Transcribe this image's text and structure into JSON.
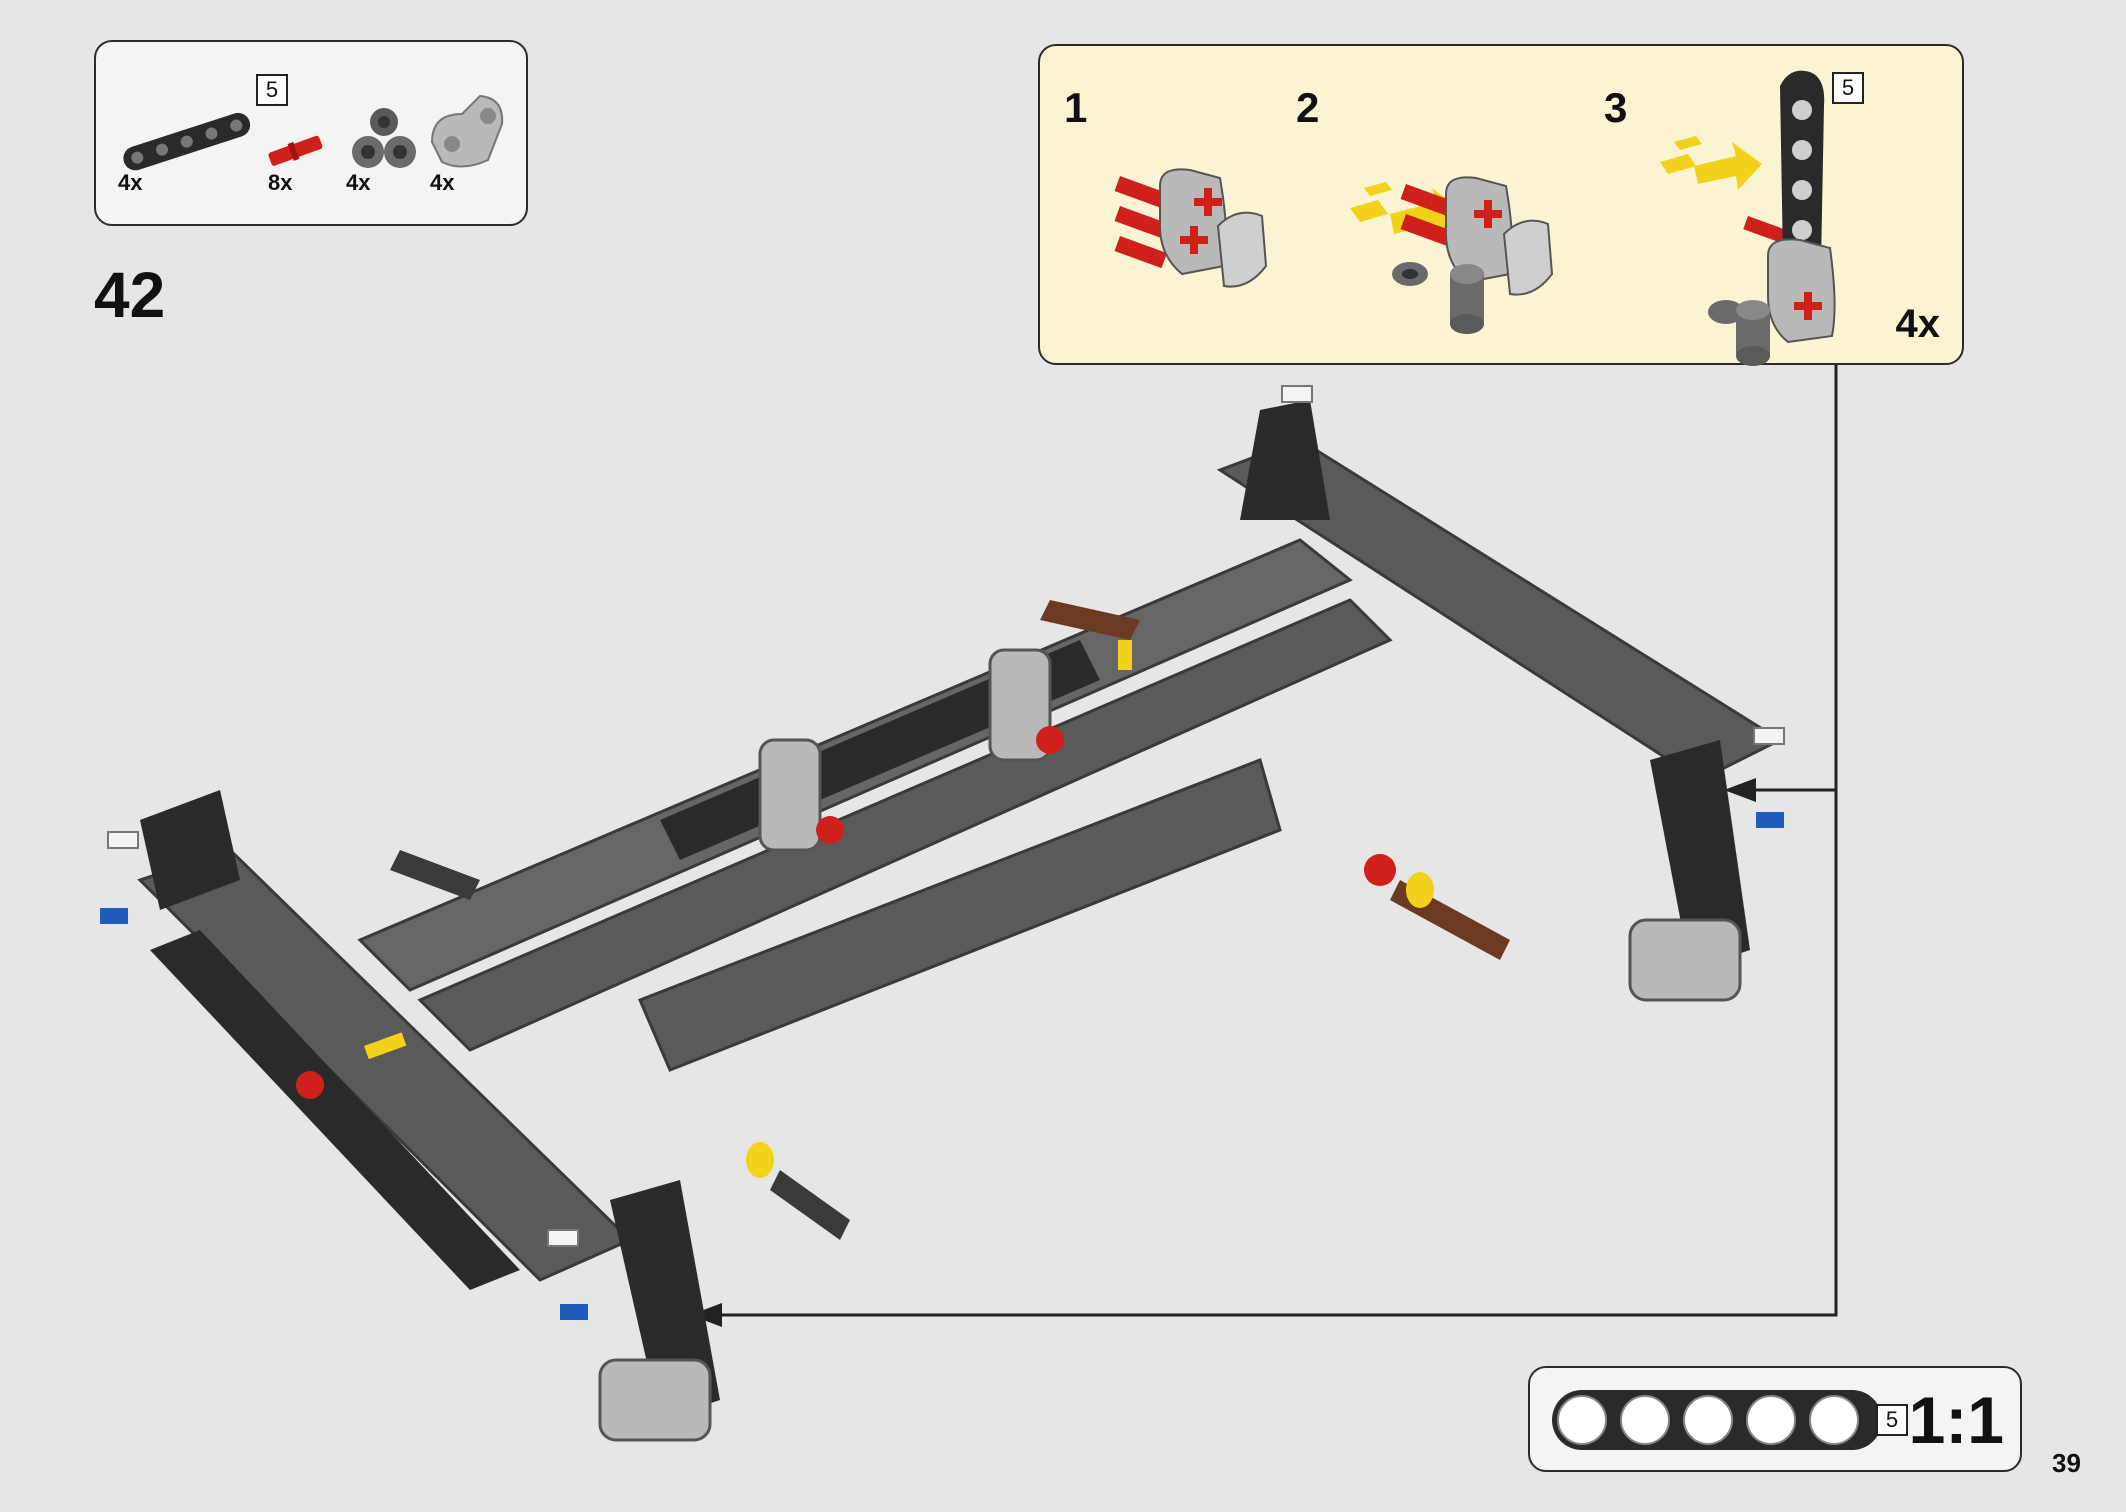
{
  "parts_list": {
    "items": [
      {
        "name": "beam-5",
        "qty": "4x",
        "size": "5"
      },
      {
        "name": "axle-pin-red",
        "qty": "8x"
      },
      {
        "name": "connector-dark-gray",
        "qty": "4x"
      },
      {
        "name": "angled-beam-light-gray",
        "qty": "4x"
      }
    ]
  },
  "step": {
    "number": "42"
  },
  "sub_assembly": {
    "steps": [
      "1",
      "2",
      "3"
    ],
    "beam_size": "5",
    "multiplier": "4x"
  },
  "scale_reference": {
    "beam_size": "5",
    "ratio": "1:1"
  },
  "page": {
    "number": "39"
  },
  "colors": {
    "background": "#e6e6e6",
    "sub_panel": "#fbf4d3",
    "dark_gray": "#5a5a5a",
    "black_beam": "#2a2a2a",
    "light_gray": "#b9b9b9",
    "red": "#d0201c",
    "blue": "#1e5bbd",
    "yellow": "#f2d21a",
    "brown": "#6b3a22"
  }
}
